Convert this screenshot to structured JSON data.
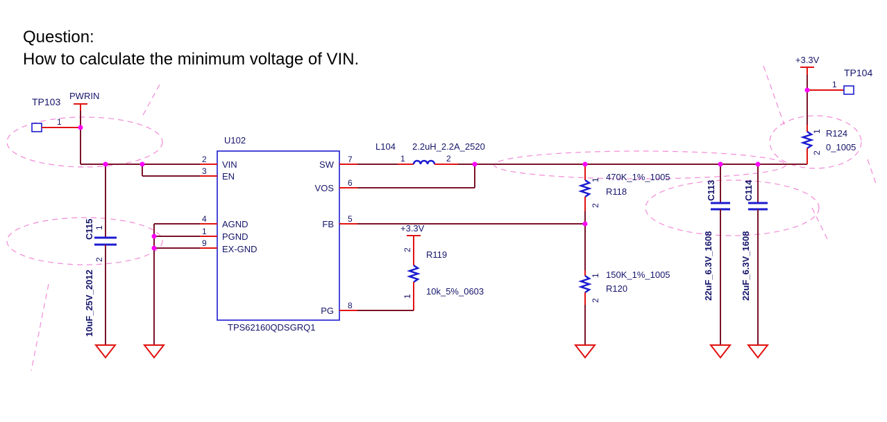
{
  "question": {
    "heading": "Question:",
    "body": "How to calculate the minimum voltage of VIN."
  },
  "schematic": {
    "tp103": "TP103",
    "pwrin": "PWRIN",
    "tp104": "TP104",
    "rail_3v3_top": "+3.3V",
    "rail_3v3_r119": "+3.3V",
    "u102": {
      "ref": "U102",
      "part": "TPS62160QDSGRQ1",
      "pins_left": [
        {
          "num": "2",
          "name": "VIN"
        },
        {
          "num": "3",
          "name": "EN"
        },
        {
          "num": "4",
          "name": "AGND"
        },
        {
          "num": "1",
          "name": "PGND"
        },
        {
          "num": "9",
          "name": "EX-GND"
        }
      ],
      "pins_right": [
        {
          "num": "7",
          "name": "SW"
        },
        {
          "num": "6",
          "name": "VOS"
        },
        {
          "num": "5",
          "name": "FB"
        },
        {
          "num": "8",
          "name": "PG"
        }
      ]
    },
    "l104": {
      "ref": "L104",
      "value": "2.2uH_2.2A_2520",
      "pin1": "1",
      "pin2": "2"
    },
    "r118": {
      "ref": "R118",
      "value": "470K_1%_1005",
      "pin1": "1",
      "pin2": "2"
    },
    "r120": {
      "ref": "R120",
      "value": "150K_1%_1005",
      "pin1": "1",
      "pin2": "2"
    },
    "r119": {
      "ref": "R119",
      "value": "10k_5%_0603",
      "pin1": "1",
      "pin2": "2"
    },
    "r124": {
      "ref": "R124",
      "value": "0_1005",
      "pin1": "1",
      "pin2": "2"
    },
    "c115": {
      "ref": "C115",
      "value": "10uF_25V_2012",
      "pin1": "1",
      "pin2": "2"
    },
    "c113": {
      "ref": "C113",
      "value": "22uF_6.3V_1608"
    },
    "c114": {
      "ref": "C114",
      "value": "22uF_6.3V_1608"
    },
    "tp103_pin": "1",
    "tp104_pin": "1"
  },
  "colors": {
    "wire": "#7a1228",
    "pin_wire": "#e01010",
    "component": "#1a1ad0",
    "junction": "#ff00ff",
    "annotation": "#f28ad6",
    "label": "#14146a"
  }
}
